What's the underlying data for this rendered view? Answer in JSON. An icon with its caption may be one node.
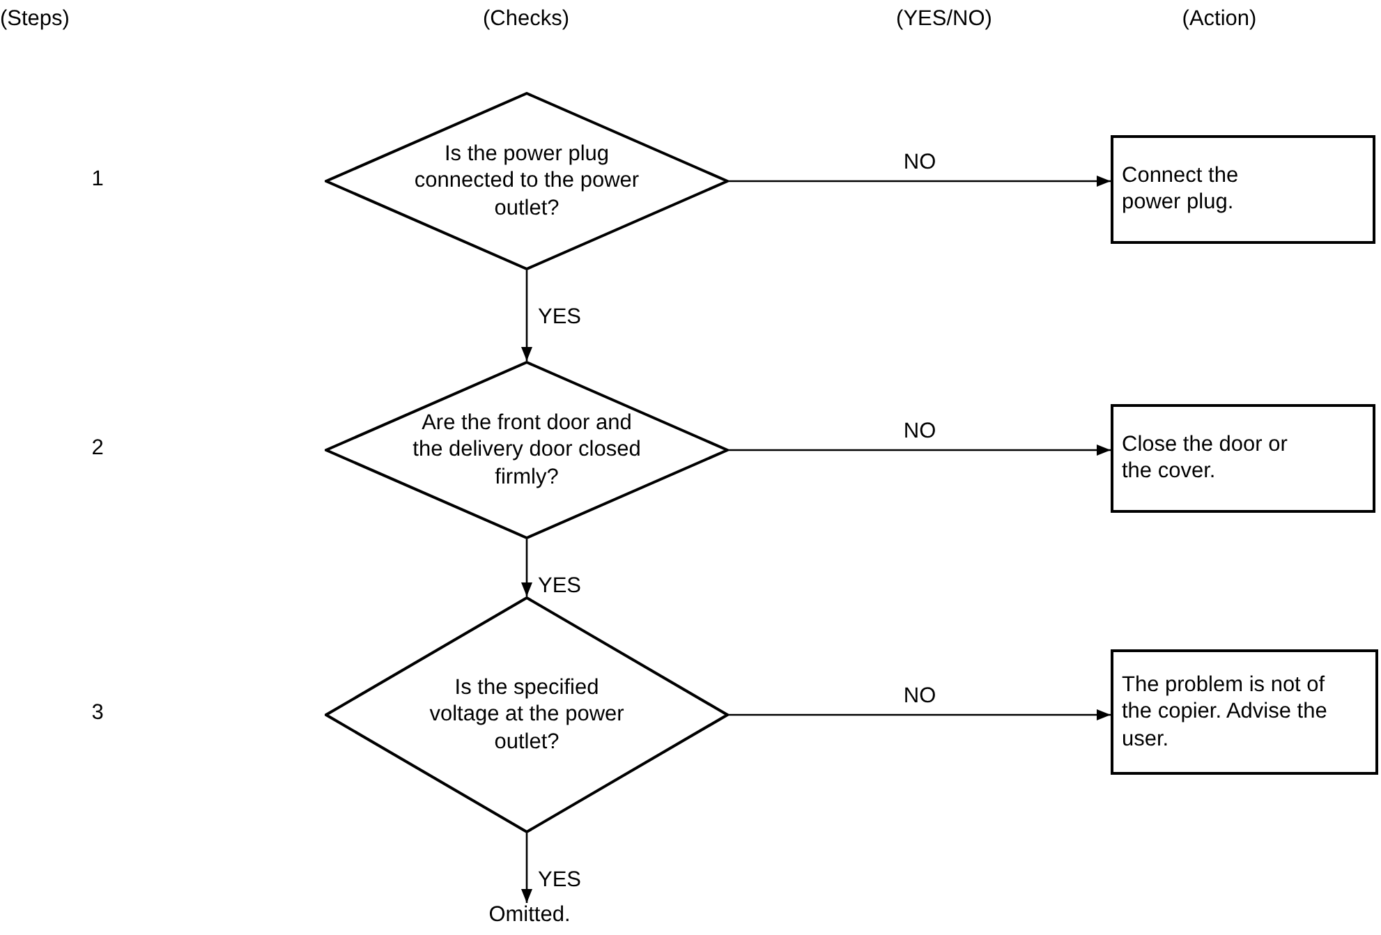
{
  "diagram": {
    "nodes": [
      {
        "text": [
          "Is the power plug connected to the power outlet?"
        ]
      },
      {
        "text": [
          "Connect the power plug."
        ]
      },
      {
        "text": [
          "Are the front door and the delivery door closed firmly?"
        ]
      },
      {
        "text": [
          "Close the door or the cover."
        ]
      },
      {
        "text": [
          "Is the specified voltage at the power outlet?"
        ]
      },
      {
        "text": [
          "The problem is not of the copier. Advise the user."
        ]
      },
      {
        "text": [
          "Omitted."
        ]
      }
    ],
    "edges": [
      {
        "from": 0,
        "to": 1,
        "arrow": "to",
        "label": "NO"
      },
      {
        "from": 0,
        "to": 2,
        "arrow": "to",
        "label": "YES"
      },
      {
        "from": 2,
        "to": 3,
        "arrow": "to",
        "label": "NO"
      },
      {
        "from": 2,
        "to": 4,
        "arrow": "to",
        "label": "YES"
      },
      {
        "from": 4,
        "to": 5,
        "arrow": "to",
        "label": "NO"
      },
      {
        "from": 4,
        "to": 6,
        "arrow": "to",
        "label": "YES"
      }
    ],
    "labels": [
      "(Steps)",
      "(Checks)",
      "(YES/NO)",
      "(Action)",
      "1",
      "2",
      "3"
    ]
  }
}
